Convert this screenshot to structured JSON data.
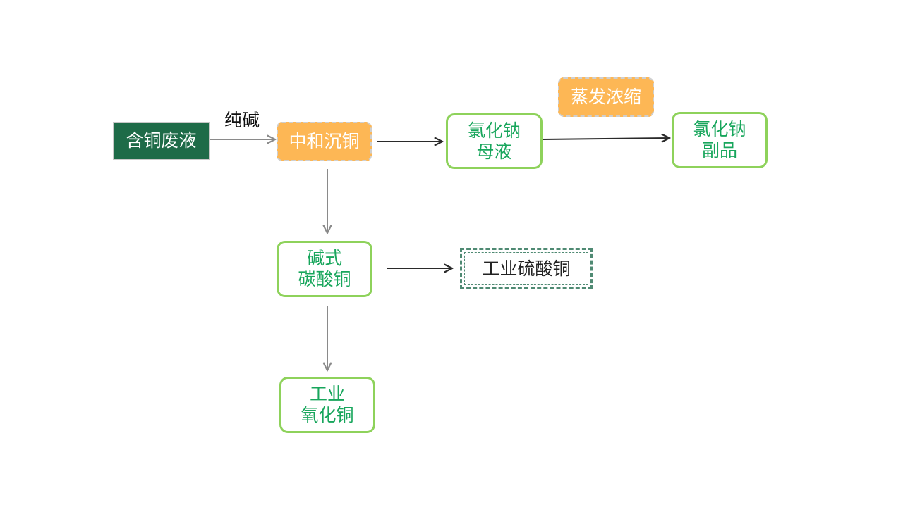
{
  "diagram": {
    "edge_label": "纯碱",
    "nodes": {
      "waste": "含铜废液",
      "neutral": "中和沉铜",
      "mother": [
        "氯化钠",
        "母液"
      ],
      "evap": "蒸发浓缩",
      "byprod": [
        "氯化钠",
        "副品"
      ],
      "basic": [
        "碱式",
        "碳酸铜"
      ],
      "sulfate": "工业硫酸铜",
      "oxide": [
        "工业",
        "氧化铜"
      ]
    },
    "edges": [
      {
        "from": "含铜废液",
        "to": "中和沉铜",
        "label": "纯碱"
      },
      {
        "from": "中和沉铜",
        "to": "氯化钠母液"
      },
      {
        "from": "氯化钠母液",
        "to": "氯化钠副品",
        "label": "蒸发浓缩"
      },
      {
        "from": "中和沉铜",
        "to": "碱式碳酸铜"
      },
      {
        "from": "碱式碳酸铜",
        "to": "工业硫酸铜"
      },
      {
        "from": "碱式碳酸铜",
        "to": "工业氧化铜"
      }
    ]
  }
}
